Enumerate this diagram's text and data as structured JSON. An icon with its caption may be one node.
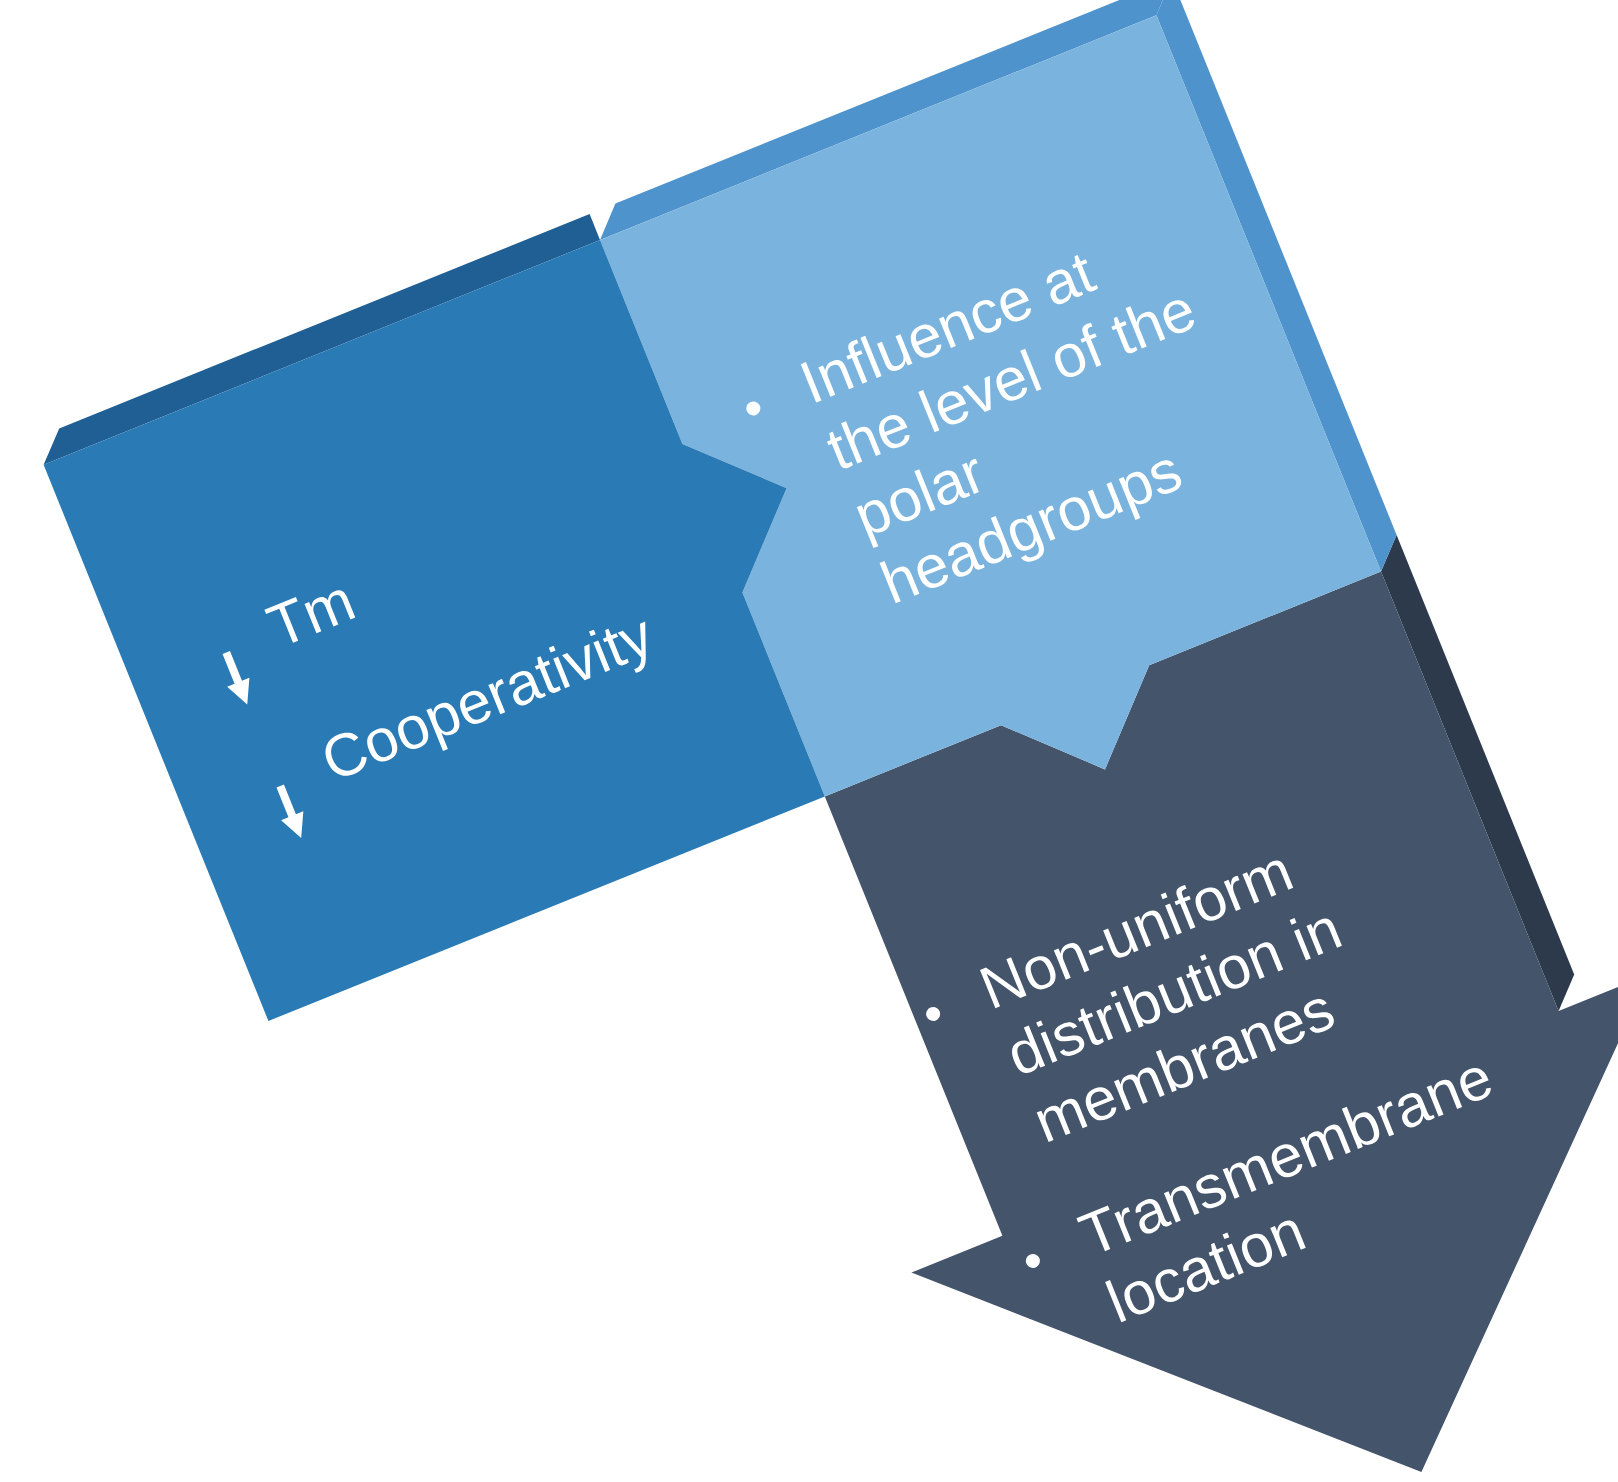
{
  "diagram": {
    "nodes": [
      {
        "text": [
          "Tm",
          "Cooperativity"
        ]
      },
      {
        "text": [
          "Influence at the level of the polar headgroups"
        ]
      },
      {
        "text": [
          "Non-uniform distribution in membranes",
          "Transmembrane location"
        ]
      }
    ]
  }
}
